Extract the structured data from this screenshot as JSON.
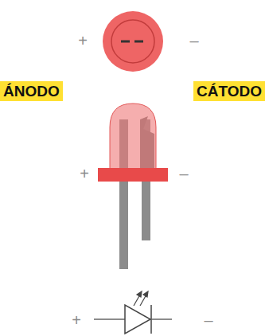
{
  "diagram": {
    "labels": [
      "+",
      "–",
      "ÁNODO",
      "CÁTODO",
      "+",
      "–",
      "+",
      "–"
    ]
  }
}
